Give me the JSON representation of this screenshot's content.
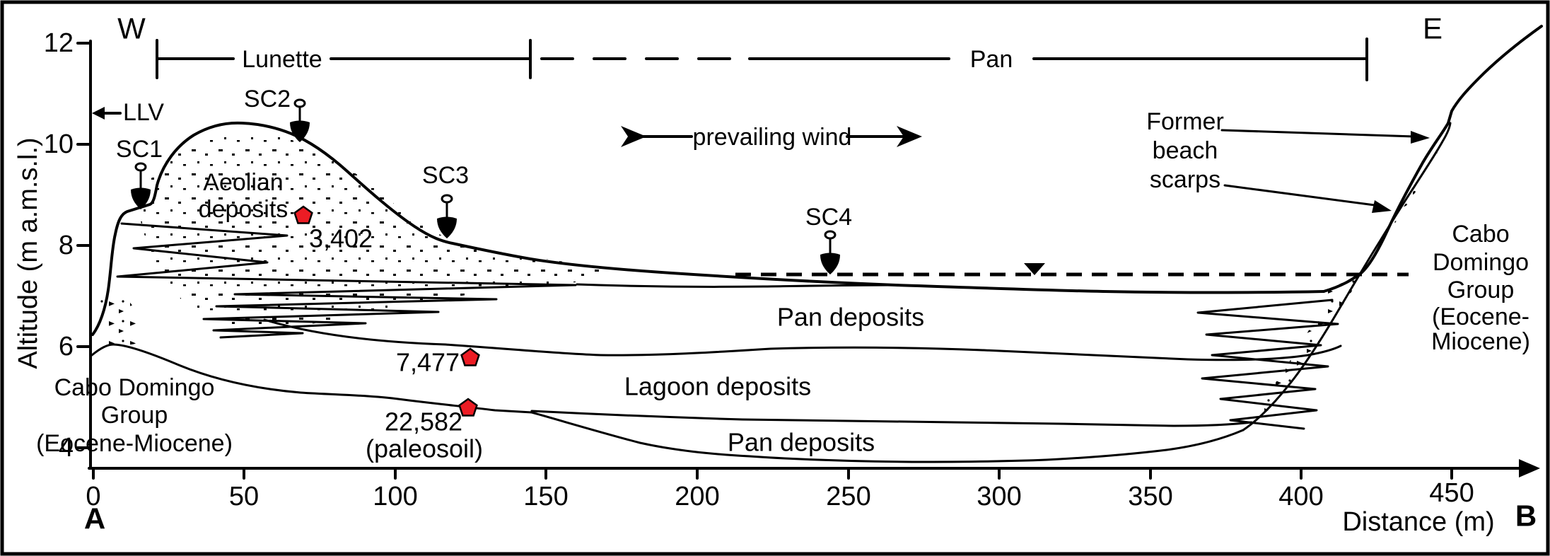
{
  "colors": {
    "ink": "#000000",
    "paper": "#ffffff",
    "pentagon_red": "#ec1c24"
  },
  "directions": {
    "west": "W",
    "east": "E"
  },
  "endpoints": {
    "start": "A",
    "end": "B"
  },
  "axes": {
    "y": {
      "label": "Altitude (m a.m.s.l.)",
      "tick_labels": [
        "12",
        "10",
        "8",
        "6",
        "4"
      ]
    },
    "x": {
      "label": "Distance (m)",
      "tick_labels": [
        "0",
        "50",
        "100",
        "150",
        "200",
        "250",
        "300",
        "350",
        "400",
        "450"
      ]
    }
  },
  "bracket": {
    "lunette": "Lunette",
    "pan": "Pan"
  },
  "annotations": {
    "llv": "LLV",
    "prevailing_wind": "prevailing wind",
    "former_beach_scarps": {
      "line1": "Former",
      "line2": "beach",
      "line3": "scarps"
    }
  },
  "cores": {
    "sc1": "SC1",
    "sc2": "SC2",
    "sc3": "SC3",
    "sc4": "SC4"
  },
  "units": {
    "aeolian": {
      "line1": "Aeolian",
      "line2": "deposits"
    },
    "pan_upper": "Pan deposits",
    "lagoon": "Lagoon deposits",
    "pan_lower": "Pan deposits",
    "cabo_west": {
      "line1": "Cabo Domingo",
      "line2": "Group",
      "line3": "(Eocene-Miocene)"
    },
    "cabo_east": {
      "line1": "Cabo",
      "line2": "Domingo",
      "line3": "Group",
      "line4": "(Eocene-",
      "line5": "Miocene)"
    }
  },
  "dates": {
    "d1": {
      "value": "3,402"
    },
    "d2": {
      "value": "7,477"
    },
    "d3": {
      "value": "22,582",
      "note": "(paleosoil)"
    }
  }
}
